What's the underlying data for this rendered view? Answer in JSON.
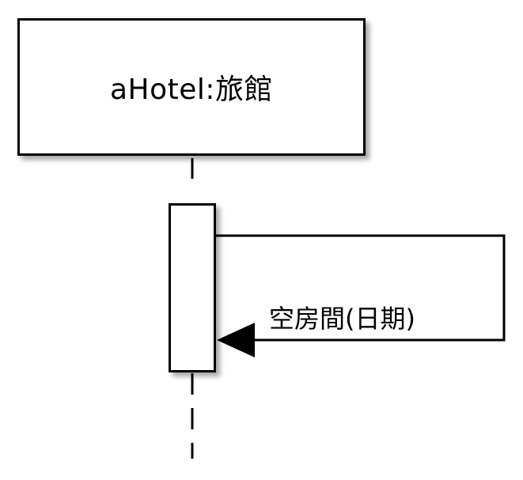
{
  "diagram": {
    "type": "sequence-diagram-fragment",
    "lifeline": {
      "title": "aHotel:旅館"
    },
    "self_message": {
      "label": "空房間(日期)",
      "direction": "return-to-self"
    }
  }
}
